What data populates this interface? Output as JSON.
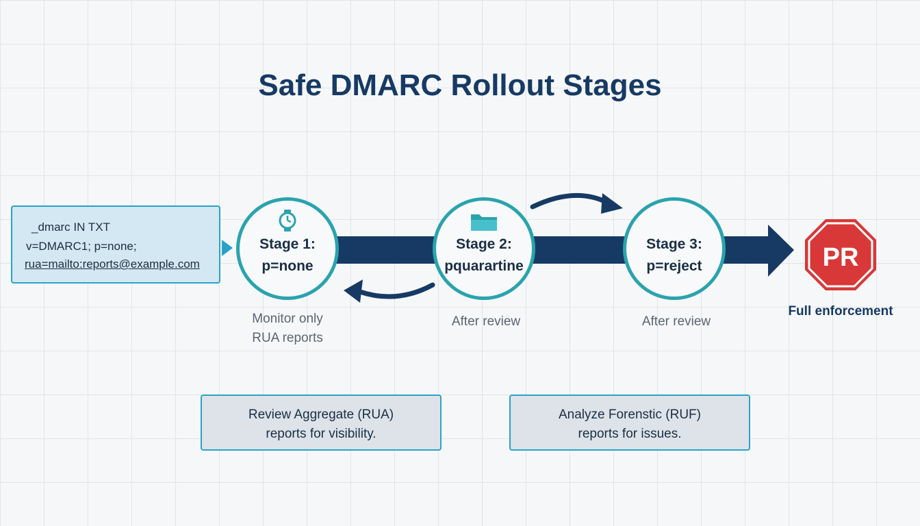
{
  "title": "Safe DMARC Rollout Stages",
  "dns_record": {
    "line1": "_dmarc IN TXT",
    "line2": "v=DMARC1; p=none;",
    "line3": "rua=mailto:reports@example.com"
  },
  "stages": [
    {
      "label": "Stage 1:",
      "policy": "p=none",
      "icon": "clock-icon",
      "caption_lines": [
        "Monitor only",
        "RUA reports"
      ]
    },
    {
      "label": "Stage 2:",
      "policy": "pquarartine",
      "icon": "folder-icon",
      "caption_lines": [
        "After review"
      ]
    },
    {
      "label": "Stage 3:",
      "policy": "p=reject",
      "icon": "",
      "caption_lines": [
        "After review"
      ]
    }
  ],
  "final": {
    "badge_text": "PR",
    "label": "Full enforcement"
  },
  "notes": [
    {
      "line1": "Review Aggregate (RUA)",
      "line2": "reports for visibility."
    },
    {
      "line1": "Analyze Forenstic (RUF)",
      "line2": "reports for issues."
    }
  ],
  "colors": {
    "arrow": "#163a63",
    "circle_border": "#2aa3ae",
    "stop_red": "#d93838",
    "box_border": "#2aa2c8"
  }
}
